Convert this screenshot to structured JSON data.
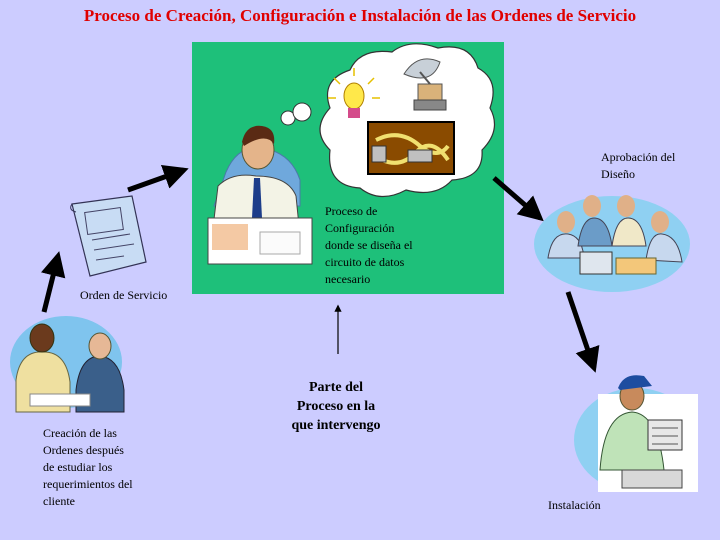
{
  "title": "Proceso de Creación, Configuración e Instalación de las Ordenes de Servicio",
  "nodes": {
    "creation": {
      "lines": [
        "Creación de las",
        "Ordenes después",
        "de estudiar los",
        "requerimientos del",
        "cliente"
      ]
    },
    "order": {
      "label": "Orden de Servicio"
    },
    "configuration": {
      "lines": [
        "Proceso de",
        "Configuración",
        "donde se diseña el",
        "circuito de datos",
        "necesario"
      ]
    },
    "approval": {
      "lines": [
        "Aprobación del",
        "Diseño"
      ]
    },
    "installation": {
      "label": "Instalación"
    },
    "my_part": {
      "lines": [
        "Parte del",
        "Proceso en la",
        "que intervengo"
      ]
    }
  },
  "colors": {
    "background": "#ccccff",
    "title": "#e00000",
    "highlight_box": "#1ec07a"
  }
}
